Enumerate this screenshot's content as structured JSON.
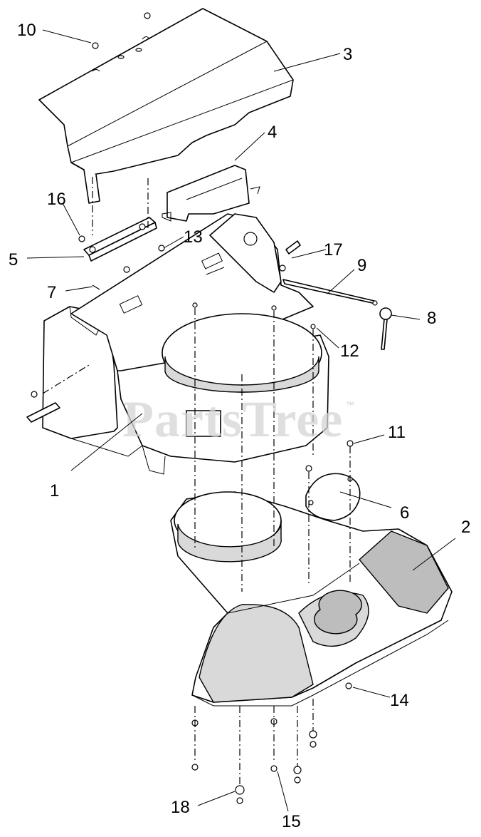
{
  "watermark": {
    "text": "PartsTree",
    "trademark": "™"
  },
  "callouts": [
    {
      "id": "c1",
      "label": "1"
    },
    {
      "id": "c2",
      "label": "2"
    },
    {
      "id": "c3",
      "label": "3"
    },
    {
      "id": "c4",
      "label": "4"
    },
    {
      "id": "c5",
      "label": "5"
    },
    {
      "id": "c6",
      "label": "6"
    },
    {
      "id": "c7",
      "label": "7"
    },
    {
      "id": "c8",
      "label": "8"
    },
    {
      "id": "c9",
      "label": "9"
    },
    {
      "id": "c10",
      "label": "10"
    },
    {
      "id": "c11",
      "label": "11"
    },
    {
      "id": "c12",
      "label": "12"
    },
    {
      "id": "c13",
      "label": "13"
    },
    {
      "id": "c14",
      "label": "14"
    },
    {
      "id": "c15",
      "label": "15"
    },
    {
      "id": "c16",
      "label": "16"
    },
    {
      "id": "c17",
      "label": "17"
    },
    {
      "id": "c18",
      "label": "18"
    }
  ]
}
